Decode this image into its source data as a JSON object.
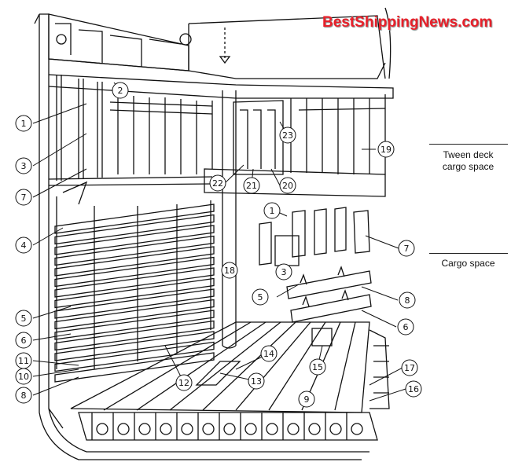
{
  "watermark": "BestShippingNews.com",
  "zones": {
    "tween_deck_line1": "Tween deck",
    "tween_deck_line2": "cargo space",
    "cargo_space": "Cargo space"
  },
  "callouts": {
    "c1": "1",
    "c2": "2",
    "c3": "3",
    "c4": "4",
    "c5": "5",
    "c6": "6",
    "c7": "7",
    "c8": "8",
    "c9": "9",
    "c10": "10",
    "c11": "11",
    "c12": "12",
    "c13": "13",
    "c14": "14",
    "c15": "15",
    "c16": "16",
    "c17": "17",
    "c18": "18",
    "c19": "19",
    "c20": "20",
    "c21": "21",
    "c22": "22",
    "c23": "23",
    "d1": "1",
    "d3": "3",
    "d5": "5",
    "d6": "6",
    "d7": "7",
    "d8": "8"
  }
}
